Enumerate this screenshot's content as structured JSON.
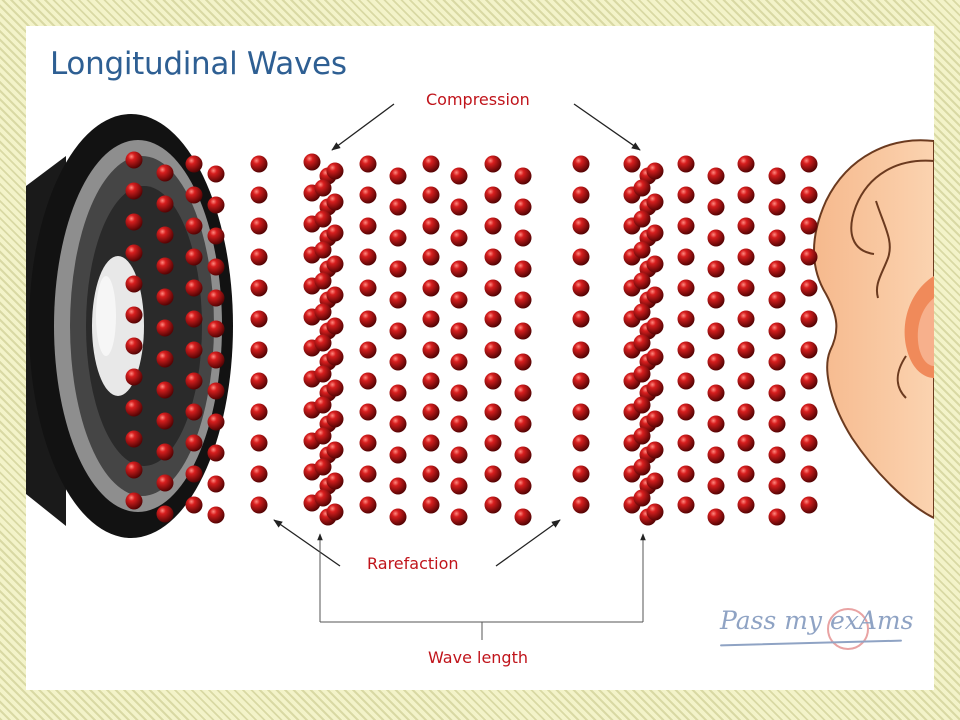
{
  "title": "Longitudinal Waves",
  "labels": {
    "compression": "Compression",
    "rarefaction": "Rarefaction",
    "wavelength": "Wave length"
  },
  "watermark": "Pass my exAms",
  "colors": {
    "title": "#2e5f93",
    "label": "#c0141b",
    "particle": "#c0141b",
    "ear_skin": "#f8c39a",
    "speaker": "#1c1c1c"
  },
  "icons": {
    "source": "loudspeaker-icon",
    "receiver": "ear-icon"
  }
}
